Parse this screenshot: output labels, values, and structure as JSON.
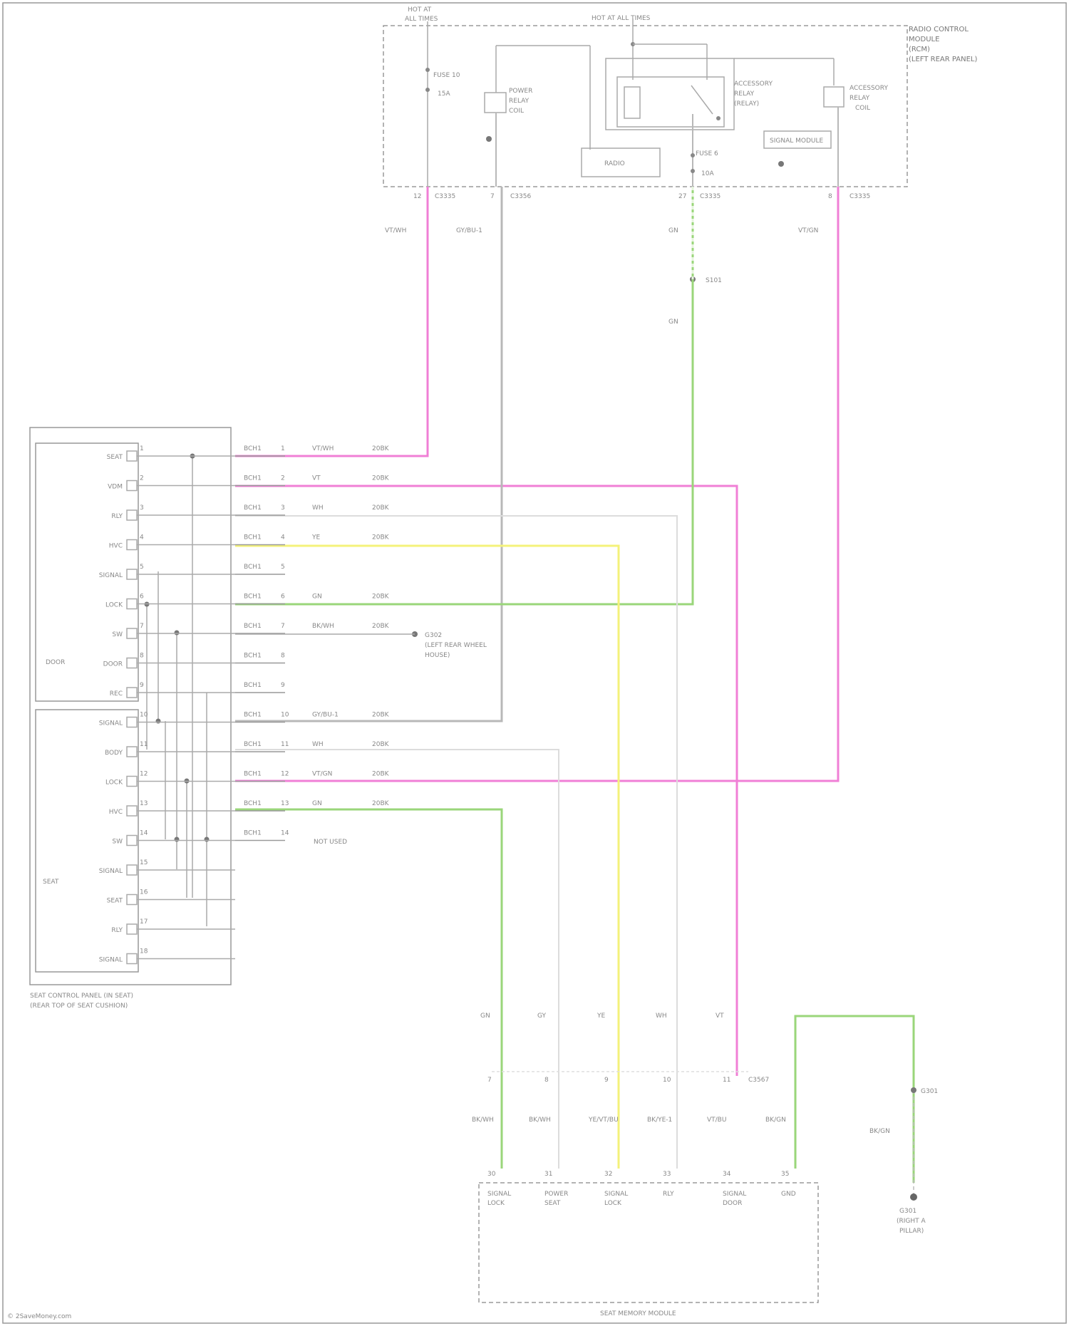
{
  "diagram": {
    "top_module": {
      "title_lines": [
        "RADIO CONTROL",
        "MODULE",
        "(RCM)",
        "(LEFT REAR PANEL)"
      ],
      "left_feed": [
        "HOT AT",
        "ALL TIMES"
      ],
      "mid_feed": "HOT AT ALL TIMES",
      "fuse": [
        "FUSE 10",
        "15A"
      ],
      "power_relay": [
        "POWER",
        "RELAY",
        "COIL"
      ],
      "accessory_relay": [
        "ACCESSORY",
        "RELAY",
        "(RELAY)"
      ],
      "accessory_coil": [
        "ACCESSORY",
        "RELAY",
        "COIL"
      ],
      "internal_box_1": "RADIO",
      "internal_box_2": "SIGNAL MODULE",
      "inline_fuse": [
        "FUSE 6",
        "10A"
      ],
      "pins": [
        {
          "num": "12",
          "code": "C3335"
        },
        {
          "num": "7",
          "code": "C3356"
        },
        {
          "num": "27",
          "code": "C3335"
        },
        {
          "num": "8",
          "code": "C3335"
        }
      ],
      "wire_colors": [
        "VT/WH",
        "GY/BU-1",
        "GN",
        "VT/GN"
      ]
    },
    "splice": {
      "name": "S101",
      "color": "GN"
    },
    "switch_block": {
      "caption": [
        "SEAT CONTROL PANEL (IN SEAT)",
        "(REAR TOP OF SEAT CUSHION)"
      ],
      "group_upper": "DOOR",
      "group_lower": "SEAT",
      "rows": [
        {
          "side_label": "SEAT",
          "code": "BCH1",
          "pin": "1",
          "wire": "VT/WH",
          "gauge": "20BK"
        },
        {
          "side_label": "VDM",
          "code": "BCH1",
          "pin": "2",
          "wire": "VT",
          "gauge": "20BK"
        },
        {
          "side_label": "RLY",
          "code": "BCH1",
          "pin": "3",
          "wire": "WH",
          "gauge": "20BK"
        },
        {
          "side_label": "HVC",
          "code": "BCH1",
          "pin": "4",
          "wire": "YE",
          "gauge": "20BK"
        },
        {
          "side_label": "SIGNAL",
          "code": "BCH1",
          "pin": "5",
          "wire": "",
          "gauge": ""
        },
        {
          "side_label": "LOCK",
          "code": "BCH1",
          "pin": "6",
          "wire": "GN",
          "gauge": "20BK"
        },
        {
          "side_label": "SW",
          "code": "BCH1",
          "pin": "7",
          "wire": "BK/WH",
          "gauge": "20BK"
        },
        {
          "side_label": "DOOR",
          "code": "BCH1",
          "pin": "8",
          "wire": "",
          "gauge": ""
        },
        {
          "side_label": "REC",
          "code": "BCH1",
          "pin": "9",
          "wire": "",
          "gauge": ""
        },
        {
          "side_label": "SIGNAL",
          "code": "BCH1",
          "pin": "10",
          "wire": "GY/BU-1",
          "gauge": "20BK"
        },
        {
          "side_label": "BODY",
          "code": "BCH1",
          "pin": "11",
          "wire": "WH",
          "gauge": "20BK"
        },
        {
          "side_label": "LOCK",
          "code": "BCH1",
          "pin": "12",
          "wire": "VT/GN",
          "gauge": "20BK"
        },
        {
          "side_label": "HVC",
          "code": "BCH1",
          "pin": "13",
          "wire": "GN",
          "gauge": "20BK"
        },
        {
          "side_label": "SW",
          "code": "BCH1",
          "pin": "14",
          "wire": "",
          "gauge": ""
        },
        {
          "side_label": "SIGNAL",
          "code": "",
          "pin": "15",
          "wire": "",
          "gauge": ""
        },
        {
          "side_label": "SEAT",
          "code": "",
          "pin": "16",
          "wire": "",
          "gauge": ""
        },
        {
          "side_label": "RLY",
          "code": "",
          "pin": "17",
          "wire": "",
          "gauge": ""
        },
        {
          "side_label": "SIGNAL",
          "code": "",
          "pin": "18",
          "wire": "",
          "gauge": ""
        }
      ],
      "ground_note": [
        "G302",
        "(LEFT REAR WHEEL",
        "HOUSE)"
      ],
      "not_used": "NOT USED"
    },
    "bottom_connector": {
      "top_colors": [
        "GN",
        "GY",
        "YE",
        "WH",
        "VT"
      ],
      "pins": [
        "7",
        "8",
        "9",
        "10",
        "11"
      ],
      "pin_extra": "C3567",
      "mid_colors": [
        "BK/WH",
        "BK/WH",
        "YE/VT/BU",
        "BK/YE-1",
        "VT/BU",
        "BK/GN"
      ],
      "bottom_pins": [
        "30",
        "31",
        "32",
        "33",
        "34",
        "35"
      ],
      "signals": [
        [
          "SIGNAL",
          "LOCK"
        ],
        [
          "POWER",
          "SEAT"
        ],
        [
          "SIGNAL",
          "LOCK"
        ],
        [
          "RLY"
        ],
        [
          "SIGNAL",
          "DOOR"
        ],
        [
          "GND"
        ]
      ],
      "title": "SEAT MEMORY MODULE"
    },
    "ground": {
      "top": "G301",
      "wire": "BK/GN",
      "bottom": [
        "G301",
        "(RIGHT A",
        "PILLAR)"
      ]
    },
    "footer": "© 2SaveMoney.com"
  }
}
